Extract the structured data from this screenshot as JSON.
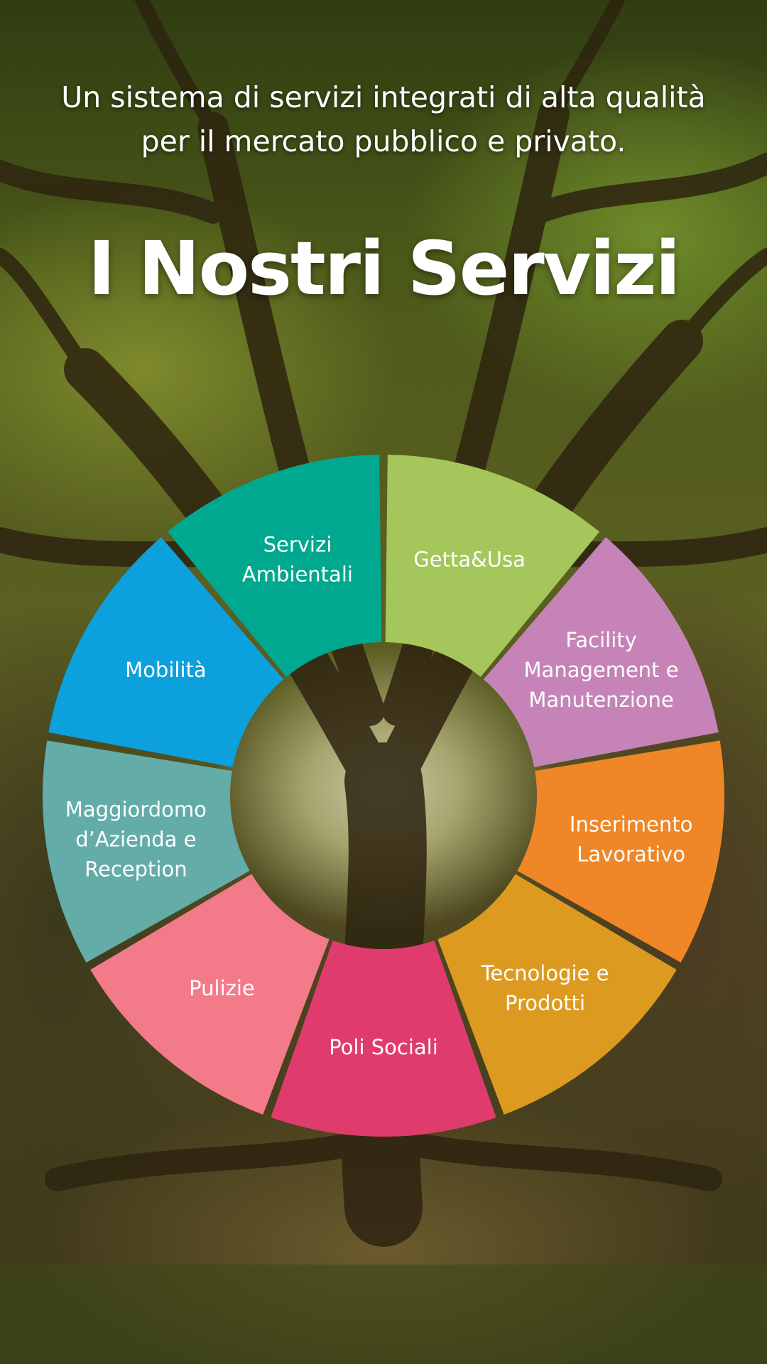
{
  "header": {
    "subtitle_line1": "Un sistema di servizi integrati di alta qualità",
    "subtitle_line2": "per il mercato pubblico e privato.",
    "title": "I Nostri Servizi"
  },
  "services": [
    {
      "label_lines": [
        "Getta&Usa"
      ],
      "color": "#a5c65a"
    },
    {
      "label_lines": [
        "Facility",
        "Management e",
        "Manutenzione"
      ],
      "color": "#c683b7"
    },
    {
      "label_lines": [
        "Inserimento",
        "Lavorativo"
      ],
      "color": "#ef8627"
    },
    {
      "label_lines": [
        "Tecnologie e",
        "Prodotti"
      ],
      "color": "#dc9b20"
    },
    {
      "label_lines": [
        "Poli Sociali"
      ],
      "color": "#df3b6d"
    },
    {
      "label_lines": [
        "Pulizie"
      ],
      "color": "#f37b89"
    },
    {
      "label_lines": [
        "Maggiordomo",
        "d’Azienda e",
        "Reception"
      ],
      "color": "#63aca8"
    },
    {
      "label_lines": [
        "Mobilità"
      ],
      "color": "#0ca0dc"
    },
    {
      "label_lines": [
        "Servizi",
        "Ambientali"
      ],
      "color": "#00a88f"
    }
  ]
}
